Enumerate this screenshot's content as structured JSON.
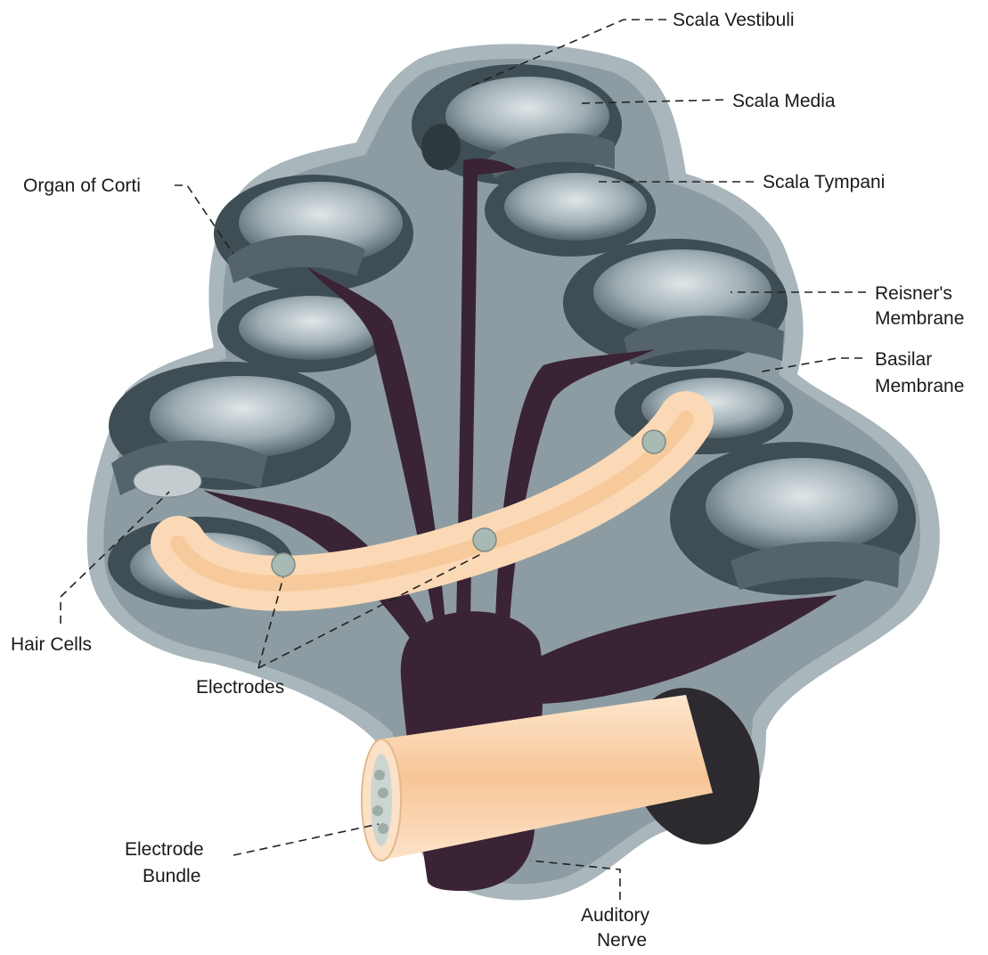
{
  "labels": {
    "scala_vestibuli": "Scala Vestibuli",
    "scala_media": "Scala Media",
    "scala_tympani": "Scala Tympani",
    "organ_of_corti": "Organ of Corti",
    "reisners_line1": "Reisner's",
    "reisners_line2": "Membrane",
    "basilar_line1": "Basilar",
    "basilar_line2": "Membrane",
    "hair_cells": "Hair Cells",
    "electrodes": "Electrodes",
    "electrode_bundle_line1": "Electrode",
    "electrode_bundle_line2": "Bundle",
    "auditory_nerve_line1": "Auditory",
    "auditory_nerve_line2": "Nerve"
  },
  "colors": {
    "bone_outer": "#a9b6bb",
    "bone_inner": "#8a999f",
    "chamber_dark": "#46555c",
    "chamber_light": "#c9d3d7",
    "nerve": "#3a2335",
    "electrode_body": "#f9cfa6",
    "electrode_dot": "#a9b9b4"
  }
}
